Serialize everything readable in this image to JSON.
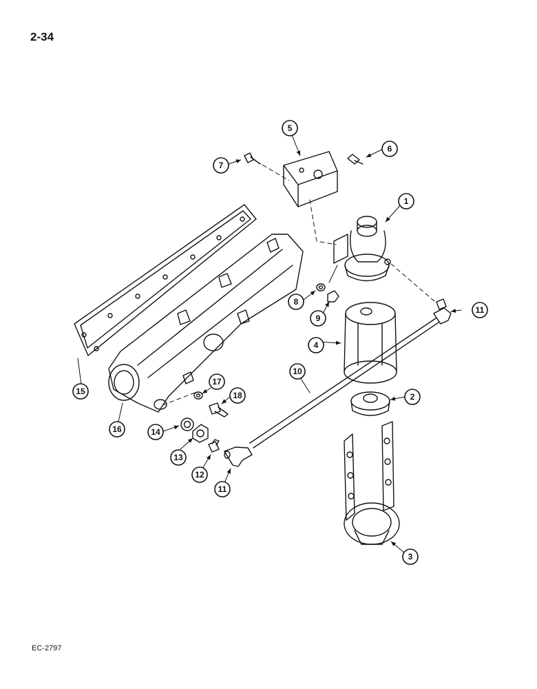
{
  "page": {
    "number": "2-34",
    "figure_code": "EC-2797"
  },
  "callouts": [
    "1",
    "2",
    "3",
    "4",
    "5",
    "6",
    "7",
    "8",
    "9",
    "10",
    "11",
    "11",
    "12",
    "13",
    "14",
    "15",
    "16",
    "17",
    "18"
  ]
}
